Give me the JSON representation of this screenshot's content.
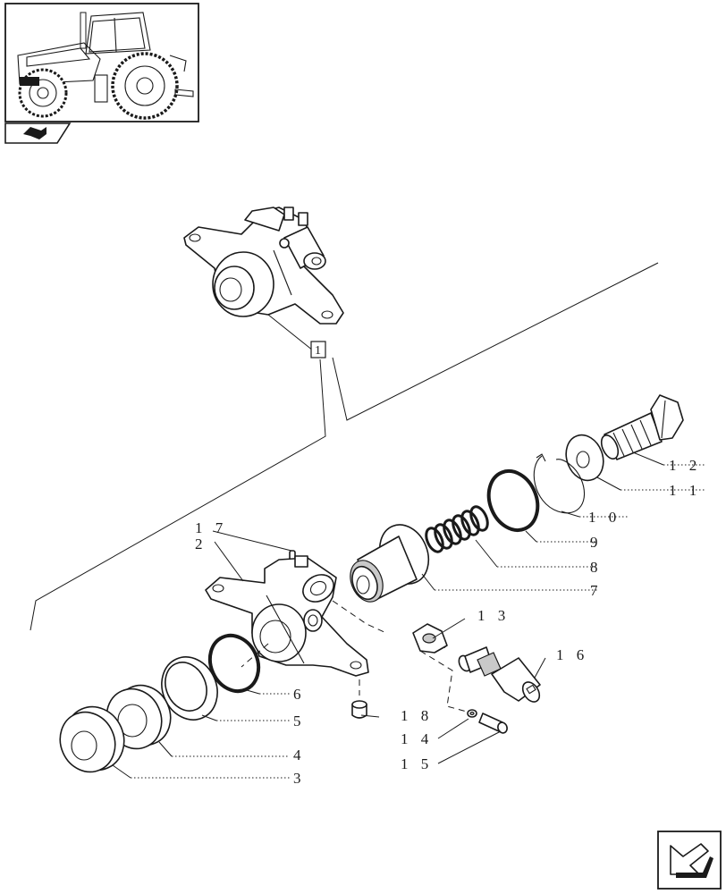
{
  "reference_box_label": "1",
  "callouts": [
    {
      "id": "c12",
      "label": "1 2"
    },
    {
      "id": "c11",
      "label": "1 1"
    },
    {
      "id": "c10",
      "label": "1 0"
    },
    {
      "id": "c9",
      "label": "9"
    },
    {
      "id": "c8",
      "label": "8"
    },
    {
      "id": "c7",
      "label": "7"
    },
    {
      "id": "c17",
      "label": "1 7"
    },
    {
      "id": "c2",
      "label": "2"
    },
    {
      "id": "c13",
      "label": "1 3"
    },
    {
      "id": "c16",
      "label": "1 6"
    },
    {
      "id": "c6",
      "label": "6"
    },
    {
      "id": "c5",
      "label": "5"
    },
    {
      "id": "c4",
      "label": "4"
    },
    {
      "id": "c3",
      "label": "3"
    },
    {
      "id": "c18",
      "label": "1 8"
    },
    {
      "id": "c14",
      "label": "1 4"
    },
    {
      "id": "c15",
      "label": "1 5"
    }
  ],
  "icons": {
    "thumbnail": "tractor-thumbnail-icon",
    "section_tab": "book-page-icon",
    "next_page": "next-page-arrow-icon"
  }
}
